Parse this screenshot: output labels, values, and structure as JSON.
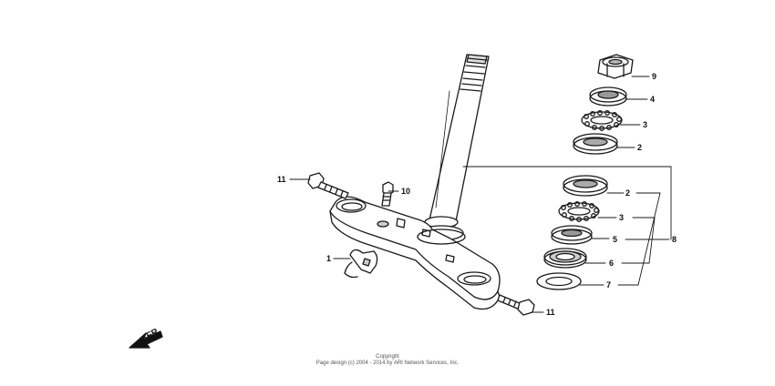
{
  "callouts": {
    "c9": "9",
    "c4": "4",
    "c3a": "3",
    "c2a": "2",
    "c2b": "2",
    "c3b": "3",
    "c5": "5",
    "c8": "8",
    "c6": "6",
    "c7": "7",
    "c11a": "11",
    "c10": "10",
    "c1": "1",
    "c11b": "11"
  },
  "direction_label": "FR.",
  "copyright": {
    "line1": "Copyright",
    "line2": "Page design (c) 2004 - 2014 by ARI Network Services, Inc."
  }
}
